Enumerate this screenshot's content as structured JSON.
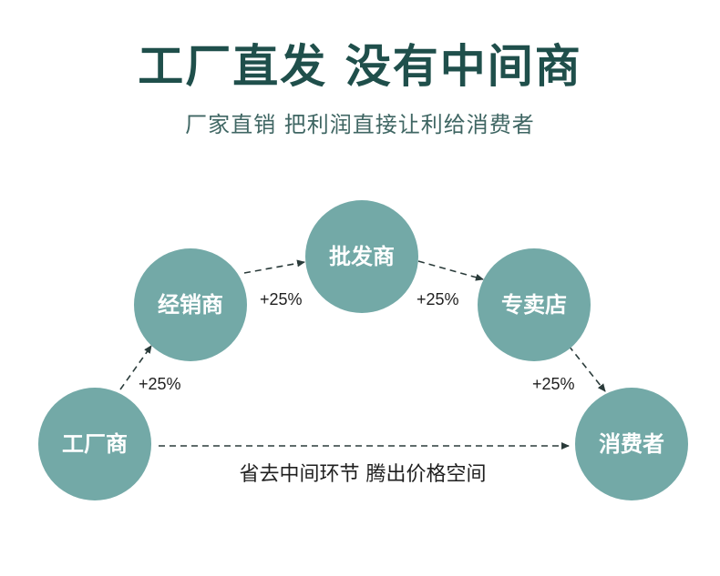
{
  "header": {
    "title": "工厂直发 没有中间商",
    "subtitle": "厂家直销 把利润直接让利给消费者"
  },
  "nodes": [
    {
      "id": "factory",
      "label": "工厂商"
    },
    {
      "id": "distributor",
      "label": "经销商"
    },
    {
      "id": "wholesaler",
      "label": "批发商"
    },
    {
      "id": "store",
      "label": "专卖店"
    },
    {
      "id": "consumer",
      "label": "消费者"
    }
  ],
  "edges": [
    {
      "from": "factory",
      "to": "distributor",
      "label": "+25%"
    },
    {
      "from": "distributor",
      "to": "wholesaler",
      "label": "+25%"
    },
    {
      "from": "wholesaler",
      "to": "store",
      "label": "+25%"
    },
    {
      "from": "store",
      "to": "consumer",
      "label": "+25%"
    },
    {
      "from": "factory",
      "to": "consumer",
      "label": ""
    }
  ],
  "direct_caption": "省去中间环节 腾出价格空间",
  "colors": {
    "circle": "#73a9a7",
    "title": "#1f4f4b",
    "arrow": "#2a3b3a"
  }
}
